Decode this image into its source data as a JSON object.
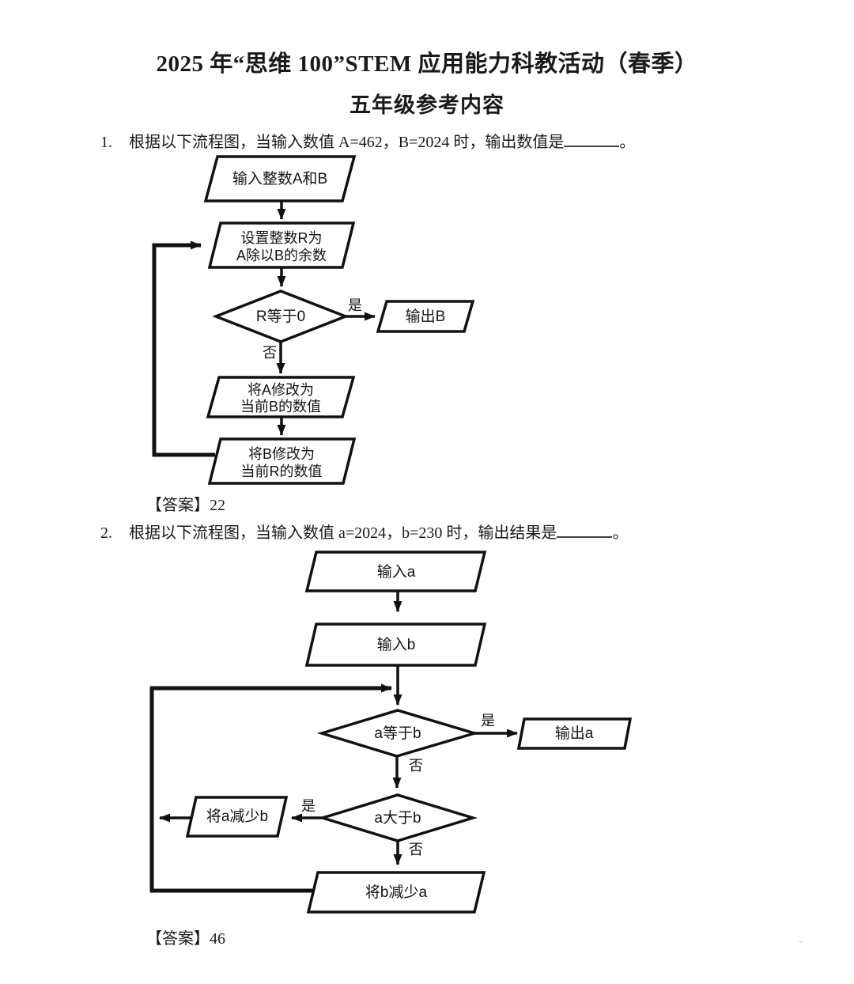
{
  "page": {
    "title": "2025 年“思维 100”STEM 应用能力科教活动（春季）",
    "subtitle": "五年级参考内容"
  },
  "questions": {
    "q1": {
      "number": "1.",
      "before_blank": "根据以下流程图，当输入数值 A=462，B=2024 时，输出数值是",
      "after_blank": "。",
      "answer_label": "【答案】",
      "answer_value": "22"
    },
    "q2": {
      "number": "2.",
      "before_blank": "根据以下流程图，当输入数值 a=2024，b=230 时，输出结果是",
      "after_blank": "。",
      "answer_label": "【答案】",
      "answer_value": "46"
    }
  },
  "flowchart1": {
    "input_ab": "输入整数A和B",
    "set_r_line1": "设置整数R为",
    "set_r_line2": "A除以B的余数",
    "decision_r": "R等于0",
    "yes": "是",
    "no": "否",
    "output_b": "输出B",
    "set_a_line1": "将A修改为",
    "set_a_line2": "当前B的数值",
    "set_b_line1": "将B修改为",
    "set_b_line2": "当前R的数值"
  },
  "flowchart2": {
    "input_a": "输入a",
    "input_b": "输入b",
    "decision_eq": "a等于b",
    "yes": "是",
    "no": "否",
    "output_a": "输出a",
    "decision_gt": "a大于b",
    "dec_a": "将a减少b",
    "dec_b": "将b减少a"
  },
  "misc": {
    "watermark": "⌄"
  },
  "colors": {
    "ink": "#111111",
    "text": "#1a1a1a"
  }
}
